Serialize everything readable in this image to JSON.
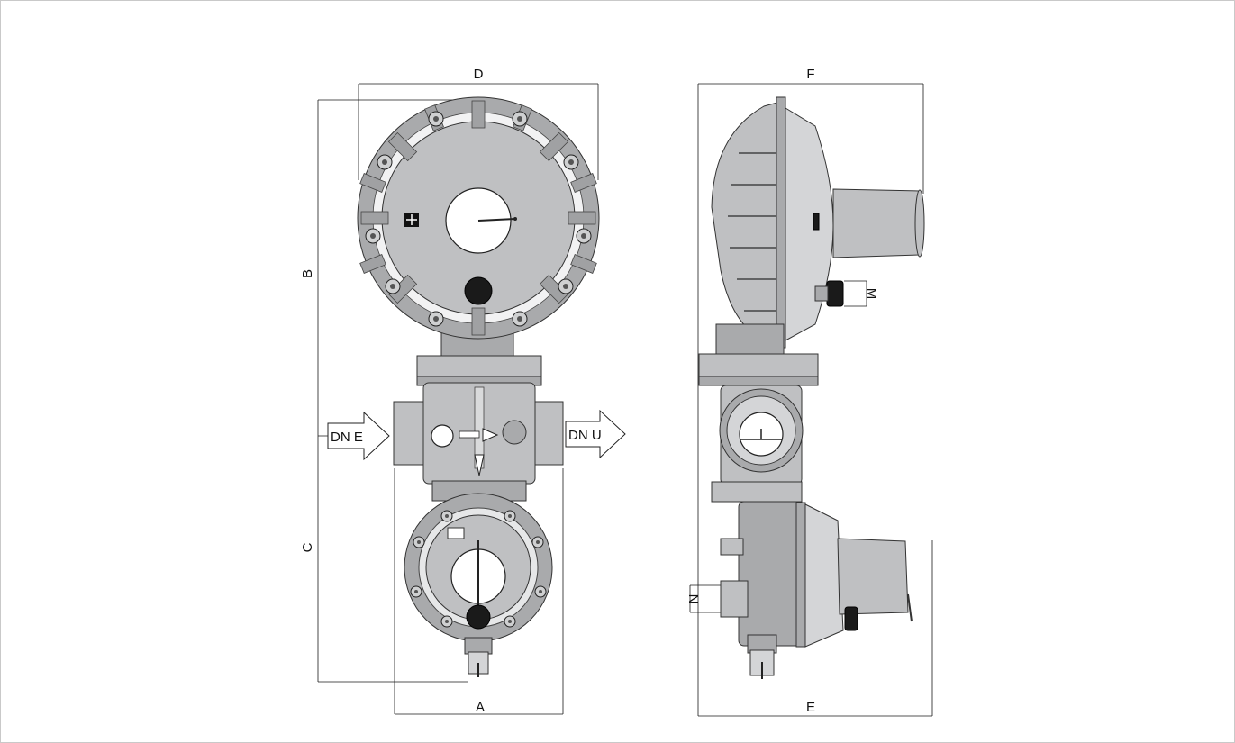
{
  "labels": {
    "A": "A",
    "B": "B",
    "C": "C",
    "D": "D",
    "E": "E",
    "F": "F",
    "M": "M",
    "N": "N",
    "inlet": "DN E",
    "outlet": "DN U"
  },
  "colors": {
    "body": "#bfc0c2",
    "body_dark": "#a9aaac",
    "line": "#1a1a1a",
    "background": "#ffffff"
  }
}
